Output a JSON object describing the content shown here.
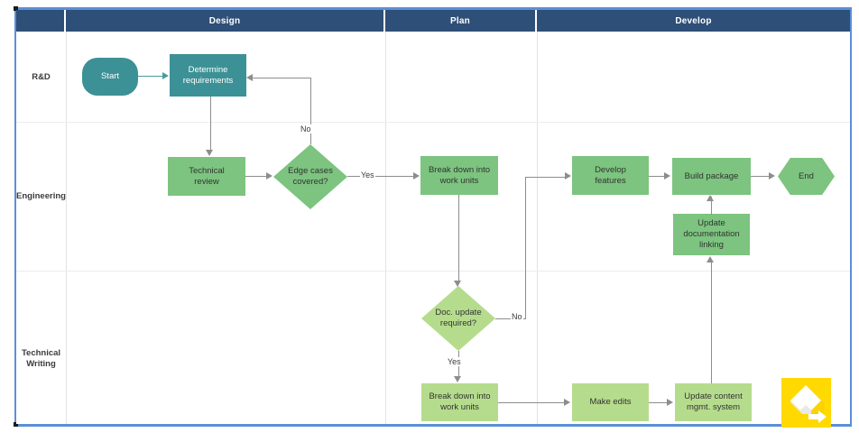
{
  "diagram": {
    "type": "swimlane-flowchart",
    "colors": {
      "header_band": "#2E4F77",
      "frame": "#5B8FD6",
      "teal": "#3C9196",
      "green": "#7CC47F",
      "light_green": "#B5DC8C",
      "connector": "#8d8d8d",
      "watermark": "#FFD900"
    },
    "phases": [
      {
        "label": ""
      },
      {
        "label": "Design"
      },
      {
        "label": "Plan"
      },
      {
        "label": "Develop"
      }
    ],
    "lanes": [
      {
        "label": "R&D"
      },
      {
        "label": "Engineering"
      },
      {
        "label": "Technical\nWriting"
      },
      {
        "label_line1": "Technical",
        "label_line2": "Writing"
      }
    ],
    "nodes": [
      {
        "id": "start",
        "label": "Start",
        "shape": "rounded",
        "style": "teal",
        "lane": "R&D",
        "phase": "Design"
      },
      {
        "id": "determine",
        "label": "Determine requirements",
        "shape": "rectangle",
        "style": "teal",
        "lane": "R&D",
        "phase": "Design"
      },
      {
        "id": "techreview",
        "label": "Technical review",
        "shape": "rectangle",
        "style": "green",
        "lane": "Engineering",
        "phase": "Design"
      },
      {
        "id": "edgecases",
        "label": "Edge cases covered?",
        "shape": "diamond",
        "style": "green",
        "lane": "Engineering",
        "phase": "Design"
      },
      {
        "id": "breakdown1",
        "label": "Break down into work units",
        "shape": "rectangle",
        "style": "green",
        "lane": "Engineering",
        "phase": "Plan"
      },
      {
        "id": "develop",
        "label": "Develop features",
        "shape": "rectangle",
        "style": "green",
        "lane": "Engineering",
        "phase": "Develop"
      },
      {
        "id": "buildpkg",
        "label": "Build package",
        "shape": "rectangle",
        "style": "green",
        "lane": "Engineering",
        "phase": "Develop"
      },
      {
        "id": "end",
        "label": "End",
        "shape": "hexagon",
        "style": "green",
        "lane": "Engineering",
        "phase": "Develop"
      },
      {
        "id": "updatedoc",
        "label": "Update documentation linking",
        "shape": "rectangle",
        "style": "green",
        "lane": "Engineering",
        "phase": "Develop"
      },
      {
        "id": "docupdate",
        "label": "Doc. update required?",
        "shape": "diamond",
        "style": "light_green",
        "lane": "Technical Writing",
        "phase": "Plan"
      },
      {
        "id": "breakdown2",
        "label": "Break down into work units",
        "shape": "rectangle",
        "style": "light_green",
        "lane": "Technical Writing",
        "phase": "Plan"
      },
      {
        "id": "makeedits",
        "label": "Make edits",
        "shape": "rectangle",
        "style": "light_green",
        "lane": "Technical Writing",
        "phase": "Develop"
      },
      {
        "id": "updatecms",
        "label": "Update content mgmt. system",
        "shape": "rectangle",
        "style": "light_green",
        "lane": "Technical Writing",
        "phase": "Develop"
      }
    ],
    "node_labels": {
      "start": "Start",
      "determine_l1": "Determine",
      "determine_l2": "requirements",
      "techreview_l1": "Technical",
      "techreview_l2": "review",
      "edgecases_l1": "Edge cases",
      "edgecases_l2": "covered?",
      "breakdown1_l1": "Break down into",
      "breakdown1_l2": "work units",
      "develop_l1": "Develop",
      "develop_l2": "features",
      "buildpkg": "Build package",
      "end": "End",
      "updatedoc_l1": "Update",
      "updatedoc_l2": "documentation",
      "updatedoc_l3": "linking",
      "docupdate_l1": "Doc. update",
      "docupdate_l2": "required?",
      "breakdown2_l1": "Break down into",
      "breakdown2_l2": "work units",
      "makeedits": "Make edits",
      "updatecms_l1": "Update content",
      "updatecms_l2": "mgmt. system"
    },
    "edges": [
      {
        "from": "start",
        "to": "determine",
        "label": ""
      },
      {
        "from": "determine",
        "to": "techreview",
        "label": ""
      },
      {
        "from": "techreview",
        "to": "edgecases",
        "label": ""
      },
      {
        "from": "edgecases",
        "to": "determine",
        "label": "No"
      },
      {
        "from": "edgecases",
        "to": "breakdown1",
        "label": "Yes"
      },
      {
        "from": "breakdown1",
        "to": "docupdate",
        "label": ""
      },
      {
        "from": "docupdate",
        "to": "develop",
        "label": "No"
      },
      {
        "from": "docupdate",
        "to": "breakdown2",
        "label": "Yes"
      },
      {
        "from": "develop",
        "to": "buildpkg",
        "label": ""
      },
      {
        "from": "buildpkg",
        "to": "end",
        "label": ""
      },
      {
        "from": "updatedoc",
        "to": "buildpkg",
        "label": ""
      },
      {
        "from": "breakdown2",
        "to": "makeedits",
        "label": ""
      },
      {
        "from": "makeedits",
        "to": "updatecms",
        "label": ""
      },
      {
        "from": "updatecms",
        "to": "updatedoc",
        "label": ""
      }
    ],
    "edge_labels": {
      "no_edgecases": "No",
      "yes_edgecases": "Yes",
      "no_docupdate": "No",
      "yes_docupdate": "Yes"
    },
    "watermark": {
      "name": "smartdraw-logo"
    }
  }
}
